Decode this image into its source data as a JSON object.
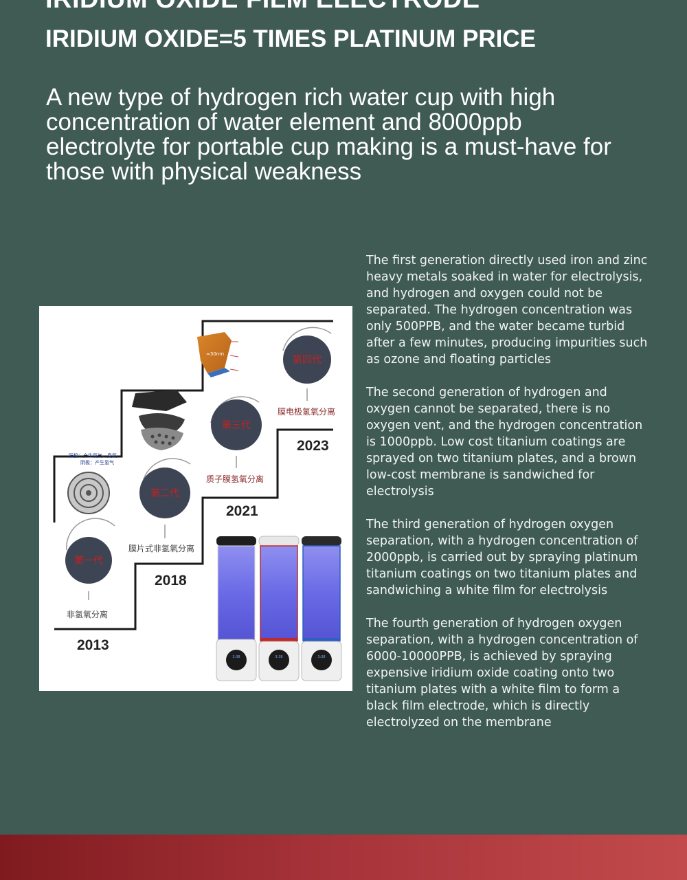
{
  "header": {
    "title": "IRIDIUM OXIDE FILM ELECTRODE",
    "subtitle": "IRIDIUM OXIDE=5 TIMES PLATINUM PRICE"
  },
  "intro": "A new type of hydrogen rich water cup with high concentration of water element and 8000ppb electrolyte for portable cup making is a must-have for those with physical weakness",
  "figure": {
    "generations": [
      {
        "year": "2013",
        "badge": "第一代",
        "label": "非氢氧分离"
      },
      {
        "year": "2018",
        "badge": "第二代",
        "label": "膜片式非氢氧分离"
      },
      {
        "year": "2021",
        "badge": "第三代",
        "label": "质子膜氢氧分离"
      },
      {
        "year": "2023",
        "badge": "第四代",
        "label": "膜电极氢氧分离"
      }
    ],
    "electrode_label_1": "阳极：产生氧气、臭氧",
    "electrode_label_2": "阴极：产生氢气",
    "membrane_thickness": "≈30nm",
    "cup_display": "3:38",
    "colors": {
      "badge_fill": "#3d4555",
      "badge_text": "#c8201f",
      "stair": "#1a1a1a"
    }
  },
  "generations_text": [
    "The first generation directly used iron and zinc heavy metals soaked in water for electrolysis, and hydrogen and oxygen could not be separated. The hydrogen concentration was only 500PPB, and the water became turbid after a few minutes, producing impurities such as ozone and floating particles",
    "The second generation of hydrogen and oxygen cannot be separated, there is no oxygen vent, and the hydrogen concentration is 1000ppb. Low cost titanium coatings are sprayed on two titanium plates, and a brown low-cost membrane is sandwiched for electrolysis",
    "The third generation of hydrogen oxygen separation, with a hydrogen concentration of 2000ppb, is carried out by spraying platinum titanium coatings on two titanium plates and sandwiching a white film for electrolysis",
    "The fourth generation of hydrogen oxygen separation, with a hydrogen concentration of 6000-10000PPB, is achieved by spraying expensive iridium oxide coating onto two titanium plates with a white film to form a black film electrode, which is directly electrolyzed on the membrane"
  ]
}
